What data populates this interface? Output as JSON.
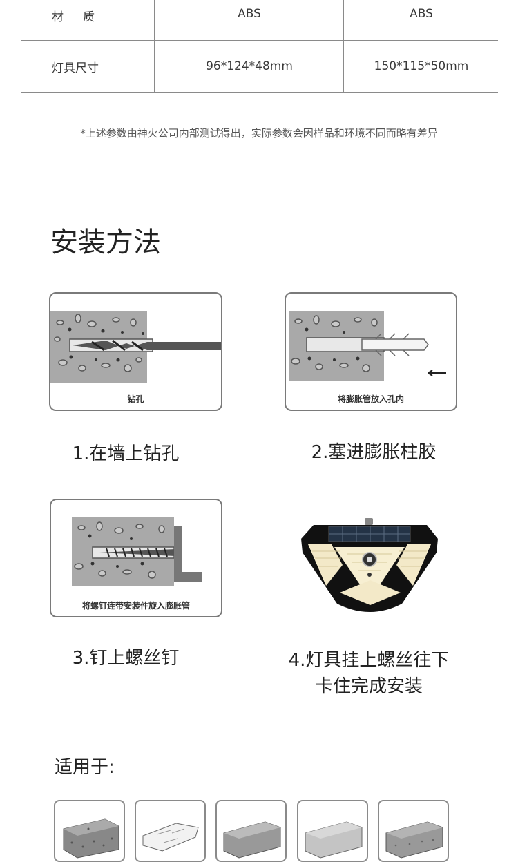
{
  "spec_table": {
    "rows": [
      {
        "label": "材质",
        "col1": "ABS",
        "col2": "ABS"
      },
      {
        "label": "灯具尺寸",
        "col1": "96*124*48mm",
        "col2": "150*115*50mm"
      }
    ]
  },
  "note": "*上述参数由神火公司内部测试得出，实际参数会因样品和环境不同而略有差异",
  "install": {
    "title": "安装方法",
    "panels": [
      {
        "caption": "钻孔"
      },
      {
        "caption": "将膨胀管放入孔内"
      },
      {
        "caption": "将螺钉连带安装件旋入膨胀管"
      }
    ],
    "steps": [
      {
        "text": "1.在墙上钻孔"
      },
      {
        "text": "2.塞进膨胀柱胶"
      },
      {
        "text": "3.钉上螺丝钉"
      },
      {
        "line1": "4.灯具挂上螺丝往下",
        "line2": "卡住完成安装"
      }
    ]
  },
  "applies": {
    "title": "适用于:"
  },
  "colors": {
    "concrete": "#a9a9a9",
    "line": "#8a8a8a",
    "text": "#222222"
  }
}
